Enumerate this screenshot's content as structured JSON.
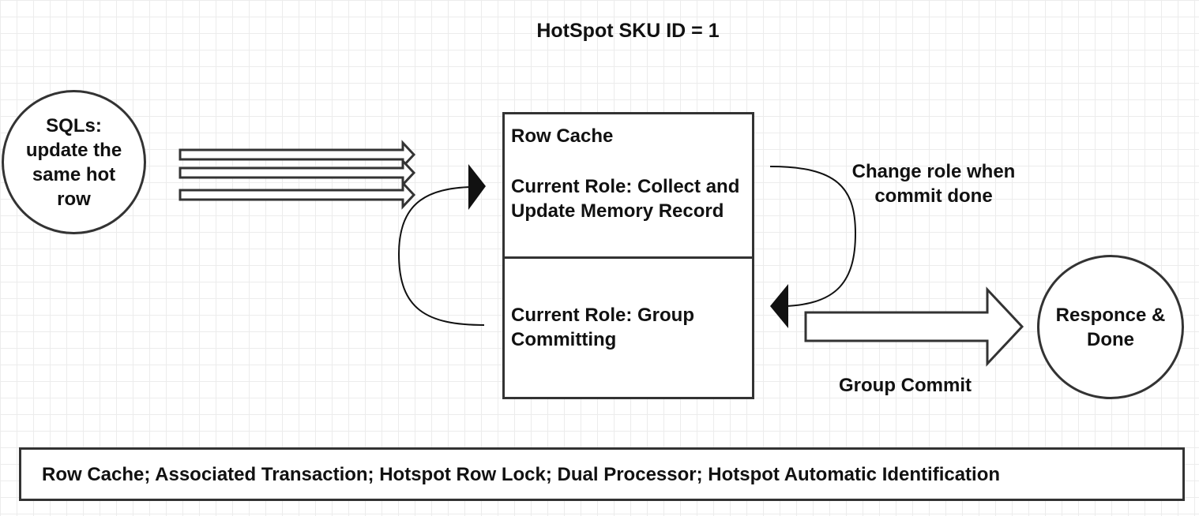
{
  "title": "HotSpot SKU ID = 1",
  "sql_circle": {
    "label": "SQLs:\nupdate the\nsame hot\nrow"
  },
  "row_cache": {
    "title": "Row Cache",
    "role_collect": "Current Role: Collect and Update Memory Record",
    "role_commit": "Current Role: Group Committing"
  },
  "change_role_label": "Change role when\ncommit done",
  "group_commit_label": "Group Commit",
  "response_circle": {
    "label": "Responce &\nDone"
  },
  "features": "Row Cache; Associated Transaction; Hotspot Row Lock; Dual Processor; Hotspot Automatic Identification"
}
